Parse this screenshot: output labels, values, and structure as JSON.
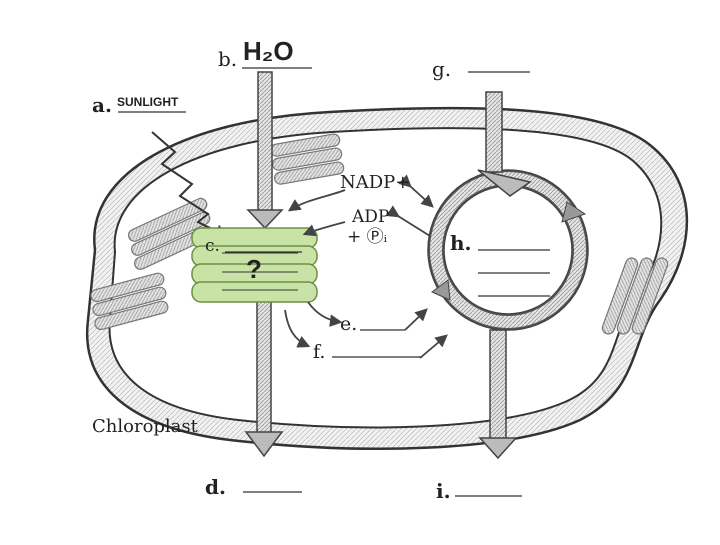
{
  "diagram": {
    "labels": {
      "a_letter": "a.",
      "a_text": "SUNLIGHT",
      "b_letter": "b.",
      "b_text": "H₂O",
      "c_letter": "c.",
      "c_mark": "?",
      "d_letter": "d.",
      "e_letter": "e.",
      "f_letter": "f.",
      "g_letter": "g.",
      "h_letter": "h.",
      "i_letter": "i.",
      "nadp": "NADP+",
      "adp": "ADP",
      "pi": "+ Ⓟᵢ",
      "chloroplast": "Chloroplast"
    },
    "colors": {
      "grana_fill": "#c9e3a6",
      "grana_stroke": "#6b8f45",
      "outline": "#333333",
      "arrow_fill": "#d0d0d0"
    }
  }
}
